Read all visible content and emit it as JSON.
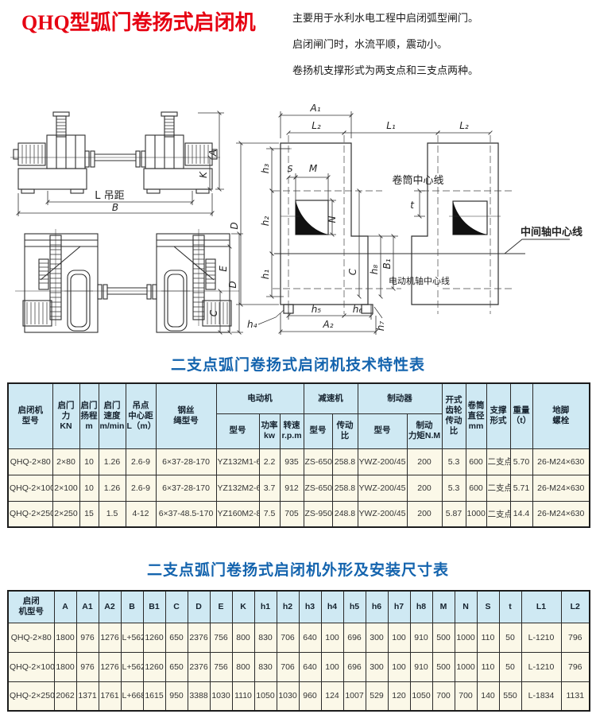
{
  "header": {
    "title": "QHQ型弧门卷扬式启闭机",
    "description_lines": [
      "主要用于水利水电工程中启闭弧型闸门。",
      "启闭闸门时，水流平顺，震动小。",
      "卷扬机支撑形式为两支点和三支点两种。"
    ]
  },
  "colors": {
    "title_red": "#e60012",
    "table_title_blue": "#1464ae",
    "table_header_bg": "#cfe9f3",
    "table_row_bg": "#fbf8e8",
    "border": "#1c1c1c"
  },
  "drawing": {
    "labels": {
      "hang_dist": "L 吊距",
      "dim_B": "B",
      "dim_A": "A",
      "dim_K": "K",
      "dim_D_side": "D",
      "dim_E": "E",
      "dim_C_side": "C",
      "dim_A1": "A₁",
      "dim_L2a": "L₂",
      "dim_L1": "L₁",
      "dim_L2b": "L₂",
      "dim_D_plan": "D",
      "dim_h3": "h₃",
      "dim_h2": "h₂",
      "dim_h1": "h₁",
      "dim_S": "S",
      "dim_M": "M",
      "dim_N": "N",
      "dim_t": "t",
      "dim_C_plan": "C",
      "dim_h8": "h₈",
      "dim_B1": "B₁",
      "drum_centerline": "卷筒中心线",
      "mid_shaft_centerline": "中间轴中心线",
      "motor_shaft_centerline": "电动机轴中心线",
      "dim_h5": "h₅",
      "dim_h6": "h₆",
      "dim_h7": "h₇",
      "dim_h4": "h₄",
      "dim_A2": "A₂"
    }
  },
  "table1": {
    "title": "二支点弧门卷扬式启闭机技术特性表",
    "col_headers": {
      "model": "启闭机\n型号",
      "force": "启门力\nKN",
      "lift": "启门\n扬程\nm",
      "speed": "启门\n速度\nm/min",
      "center_dist": "吊点\n中心距\nL（m）",
      "rope": "钢丝\n绳型号",
      "motor_group": "电动机",
      "motor_model": "型号",
      "motor_power": "功率\nkw",
      "motor_speed": "转速\nr.p.m",
      "reducer_group": "减速机",
      "reducer_model": "型号",
      "reducer_ratio": "传动比",
      "brake_group": "制动器",
      "brake_model": "型号",
      "brake_torque": "制动\n力矩N.M",
      "open_gear_ratio": "开式\n齿轮\n传动比",
      "drum_dia": "卷筒\n直径\nmm",
      "support": "支撑\n形式",
      "weight": "重量\n（t）",
      "anchor": "地脚\n螺栓"
    },
    "rows": [
      [
        "QHQ-2×80",
        "2×80",
        "10",
        "1.26",
        "2.6-9",
        "6×37-28-170",
        "YZ132M1-6",
        "2.2",
        "935",
        "ZS-650",
        "258.8",
        "YWZ-200/45",
        "200",
        "5.3",
        "600",
        "二支点",
        "5.70",
        "26-M24×630"
      ],
      [
        "QHQ-2×100",
        "2×100",
        "10",
        "1.26",
        "2.6-9",
        "6×37-28-170",
        "YZ132M2-6",
        "3.7",
        "912",
        "ZS-650",
        "258.8",
        "YWZ-200/45",
        "200",
        "5.3",
        "600",
        "二支点",
        "5.71",
        "26-M24×630"
      ],
      [
        "QHQ-2×250",
        "2×250",
        "15",
        "1.5",
        "4-12",
        "6×37-48.5-170",
        "YZ160M2-8",
        "7.5",
        "705",
        "ZS-950",
        "248.8",
        "YWZ-200/45",
        "200",
        "5.87",
        "1000",
        "二支点",
        "14.4",
        "26-M24×630"
      ]
    ]
  },
  "table2": {
    "title": "二支点弧门卷扬式启闭机外形及安装尺寸表",
    "headers": [
      "启闭\n机型号",
      "A",
      "A1",
      "A2",
      "B",
      "B1",
      "C",
      "D",
      "E",
      "K",
      "h1",
      "h2",
      "h3",
      "h4",
      "h5",
      "h6",
      "h7",
      "h8",
      "M",
      "N",
      "S",
      "t",
      "L1",
      "L2"
    ],
    "rows": [
      [
        "QHQ-2×80",
        "1800",
        "976",
        "1276",
        "L+562",
        "1260",
        "650",
        "2376",
        "756",
        "800",
        "830",
        "706",
        "640",
        "100",
        "696",
        "300",
        "100",
        "910",
        "500",
        "1000",
        "110",
        "50",
        "L-1210",
        "796"
      ],
      [
        "QHQ-2×100",
        "1800",
        "976",
        "1276",
        "L+562",
        "1260",
        "650",
        "2376",
        "756",
        "800",
        "830",
        "706",
        "640",
        "100",
        "696",
        "300",
        "100",
        "910",
        "500",
        "1000",
        "110",
        "50",
        "L-1210",
        "796"
      ],
      [
        "QHQ-2×250",
        "2062",
        "1371",
        "1761",
        "L+668",
        "1615",
        "950",
        "3388",
        "1030",
        "1110",
        "1050",
        "1030",
        "960",
        "124",
        "1007",
        "529",
        "120",
        "1050",
        "700",
        "700",
        "140",
        "550",
        "L-1834",
        "1131"
      ]
    ]
  }
}
